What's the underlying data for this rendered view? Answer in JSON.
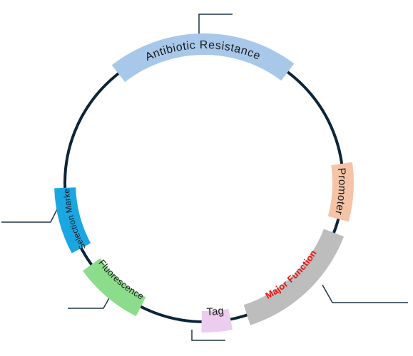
{
  "diagram": {
    "type": "plasmid-map",
    "segments": [
      {
        "id": "antibiotic",
        "label": "Antibiotic Resistance",
        "color": "#a8c8ea",
        "text_color": "#1a1a1a",
        "bold": false
      },
      {
        "id": "promoter",
        "label": "Promoter",
        "color": "#f5c4a6",
        "text_color": "#1a1a1a",
        "bold": false
      },
      {
        "id": "major",
        "label": "Major Function",
        "color": "#bdbdbd",
        "text_color": "#ee1111",
        "bold": true
      },
      {
        "id": "tag",
        "label": "Tag",
        "color": "#eccdee",
        "text_color": "#1a1a1a",
        "bold": false
      },
      {
        "id": "fluorescence",
        "label": "Fluorescence",
        "color": "#8bdc8b",
        "text_color": "#1a1a1a",
        "bold": false
      },
      {
        "id": "selection",
        "label": "Selection Marker",
        "color": "#1aa6e0",
        "text_color": "#1a1a1a",
        "bold": false
      }
    ],
    "backbone_color": "#0d2536",
    "callout_color": "#1f3445"
  }
}
